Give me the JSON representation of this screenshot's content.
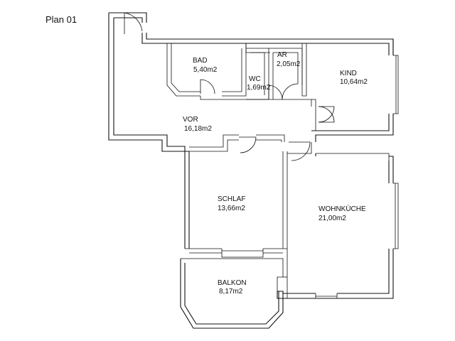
{
  "plan": {
    "title": "Plan 01",
    "line_color": "#111111",
    "background": "#ffffff",
    "rooms": [
      {
        "id": "bad",
        "name": "BAD",
        "area": "5,40m2"
      },
      {
        "id": "ar",
        "name": "AR",
        "area": "2,05m2"
      },
      {
        "id": "wc",
        "name": "WC",
        "area": "1,69m2"
      },
      {
        "id": "kind",
        "name": "KIND",
        "area": "10,64m2"
      },
      {
        "id": "vor",
        "name": "VOR",
        "area": "16,18m2"
      },
      {
        "id": "schlaf",
        "name": "SCHLAF",
        "area": "13,66m2"
      },
      {
        "id": "wohnkueche",
        "name": "WOHNKÜCHE",
        "area": "21,00m2"
      },
      {
        "id": "balkon",
        "name": "BALKON",
        "area": "8,17m2"
      }
    ]
  }
}
